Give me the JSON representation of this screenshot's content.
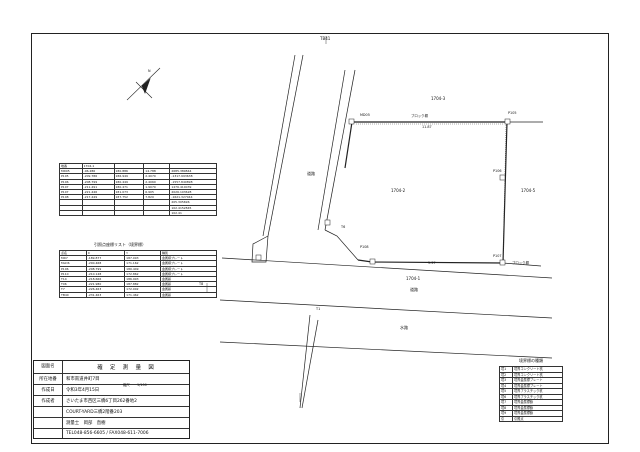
{
  "area_table": {
    "header": [
      "地番",
      "1704-1"
    ],
    "rows": [
      [
        "MD05",
        "-96.286",
        "180.886",
        "14.788",
        "2685.389844"
      ],
      [
        "P105",
        "-209.786",
        "186.949",
        "2.4070",
        "-1317.993638"
      ],
      [
        "P106",
        "-208.799",
        "180.449",
        "2.4060",
        "-1557.840898"
      ],
      [
        "P107",
        "-211.491",
        "180.471",
        "1.9070",
        "1476.410039"
      ],
      [
        "P107",
        "-221.446",
        "181.073",
        "6.905",
        "2026.103628"
      ],
      [
        "P108",
        "-217.449",
        "187.752",
        "7.820",
        "-1621.327044"
      ],
      [
        "",
        "",
        "",
        "",
        "205.305696"
      ],
      [
        "",
        "",
        "",
        "",
        "102.4152845"
      ],
      [
        "",
        "",
        "",
        "",
        "102.41"
      ]
    ]
  },
  "boundary_list": {
    "title": "引照点座標リスト（境界標）",
    "headers": [
      "点名",
      "X",
      "Y",
      "種別"
    ],
    "rows": [
      [
        "MD7",
        "-189.877",
        "187.093",
        "金属標プレート"
      ],
      [
        "MLD6",
        "-200.468",
        "171.162",
        "金属標プレート"
      ],
      [
        "P106",
        "-208.799",
        "180.449",
        "金属標プレート"
      ],
      [
        "P110",
        "-210.148",
        "172.862",
        "金属標プレート"
      ],
      [
        "T14",
        "-218.666",
        "186.993",
        "金属鋲"
      ],
      [
        "T06",
        "-221.980",
        "187.882",
        "金属鋲"
      ],
      [
        "T7",
        "-226.463",
        "172.002",
        "金属鋲"
      ],
      [
        "TB40",
        "-231.463",
        "171.462",
        "金属鋲"
      ]
    ]
  },
  "map_labels": {
    "top_marker": "TB41",
    "lot_1704_3": "1704-3",
    "lot_1704_2": "1704-2",
    "lot_1704_5": "1704-5",
    "lot_1704_1": "1704-1",
    "road_left": "道路",
    "road_bottom": "道路",
    "waterway": "水路",
    "block_wall_top": "ブロック塀",
    "block_wall_right": "ブロック塀",
    "dim_top": "11.87",
    "dim_bottom": "5.37",
    "p_md05": "MD05",
    "p_p105": "P105",
    "p_p106": "P106",
    "p_p107": "P107",
    "p_p108": "P108",
    "north_label": "N",
    "marker_t6": "T6",
    "marker_tb40": "T1",
    "marker_left": "T8"
  },
  "title_block": {
    "rows": [
      {
        "key": "図面名",
        "value": "確　定　測　量　図"
      },
      {
        "key": "所在地番",
        "value": "和市南道井町7目"
      },
      {
        "key": "作成日",
        "value": "令和3年4月15日"
      },
      {
        "key": "作成者",
        "value": "さいたま市西区三橋6丁目262番地2"
      },
      {
        "key": "",
        "value": "COURT-YARD三橋2階番203"
      },
      {
        "key": "",
        "value": "測量士　岡部　直樹"
      },
      {
        "key": "",
        "value": "TEL048-856-6605 / FAX048-611-7006"
      }
    ],
    "scale_label": "縮尺",
    "scale_value": "1/100"
  },
  "legend": {
    "title": "境界標の種類",
    "items": [
      [
        "境1",
        "境界コンクリート杭"
      ],
      [
        "境2",
        "境界コンクリート杭"
      ],
      [
        "境3",
        "境界金属標プレート"
      ],
      [
        "境4",
        "境界金属標プレート"
      ],
      [
        "境5",
        "境界プラスチック杭"
      ],
      [
        "境6",
        "境界プラスチック杭"
      ],
      [
        "境7",
        "境界金属標鋲"
      ],
      [
        "境8",
        "境界金属標鋲"
      ],
      [
        "境9",
        "境界金属標鋲"
      ],
      [
        "引",
        "引照点"
      ]
    ]
  }
}
